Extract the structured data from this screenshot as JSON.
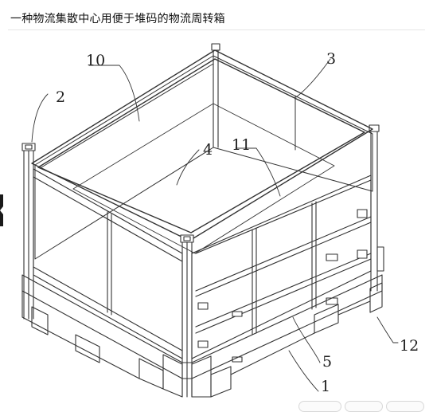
{
  "page": {
    "title": "一种物流集散中心用便于堆码的物流周转箱"
  },
  "figure": {
    "labels": [
      "1",
      "2",
      "3",
      "4",
      "5",
      "10",
      "11",
      "12"
    ],
    "line_color": "#333333"
  }
}
